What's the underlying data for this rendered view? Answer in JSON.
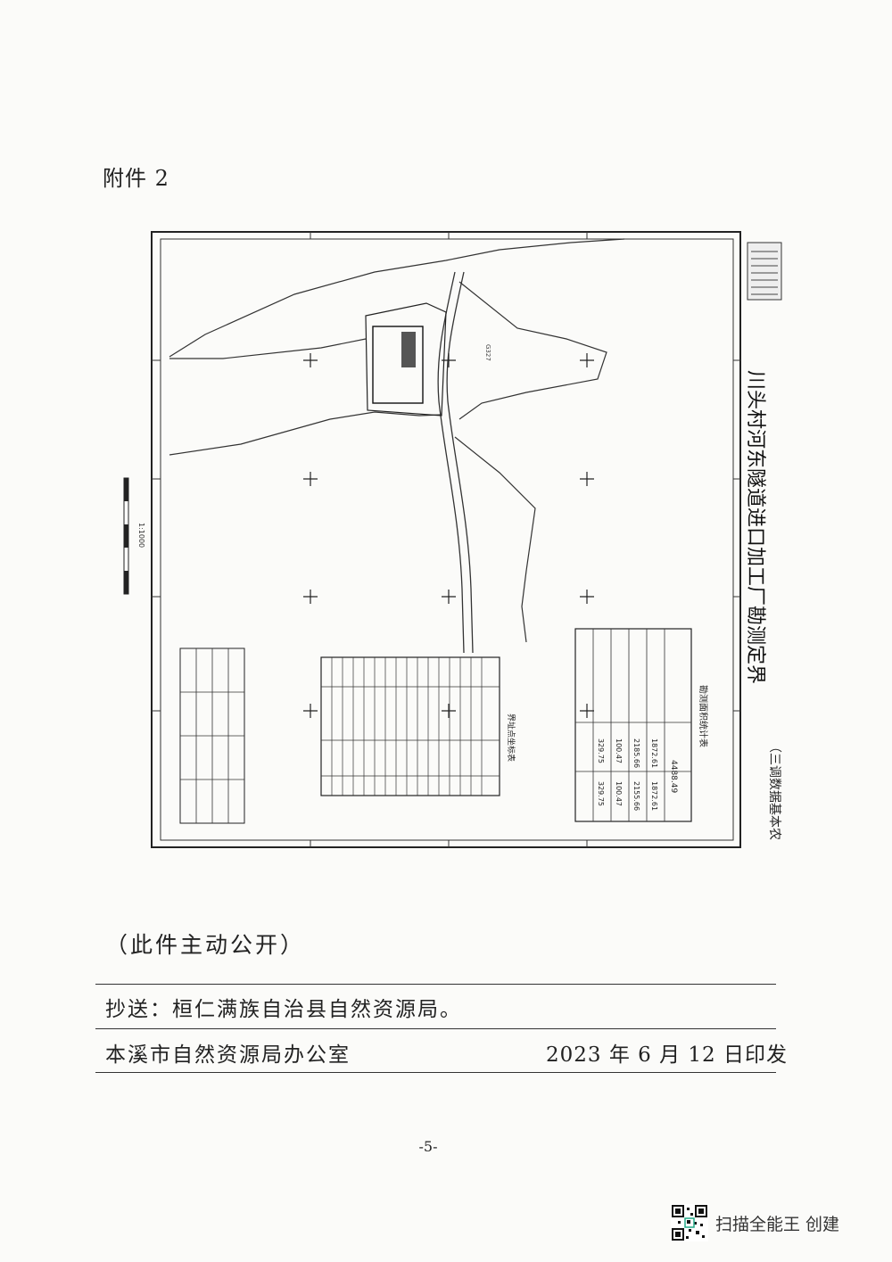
{
  "attachment_label": "附件 2",
  "map": {
    "title": "川头村河东隧道进口加工厂勘测定界",
    "subtitle": "（三调数据基本农",
    "scale_text": "1:1000",
    "road_label": "G327",
    "table_area_title": "勘测面积统计表",
    "table_coords_title": "界址点坐标表",
    "area_rows": [
      [
        "329.75",
        "329.75"
      ],
      [
        "100.47",
        "100.47"
      ],
      [
        "2185.66",
        "2155.66"
      ],
      [
        "1872.61",
        "1872.61"
      ]
    ],
    "area_total": "4488.49"
  },
  "public_notice": "（此件主动公开）",
  "cc_line": "抄送：桓仁满族自治县自然资源局。",
  "issuer": "本溪市自然资源局办公室",
  "issue_date": "2023 年 6 月 12 日印发",
  "page_number": "-5-",
  "scanner_watermark": "扫描全能王  创建"
}
